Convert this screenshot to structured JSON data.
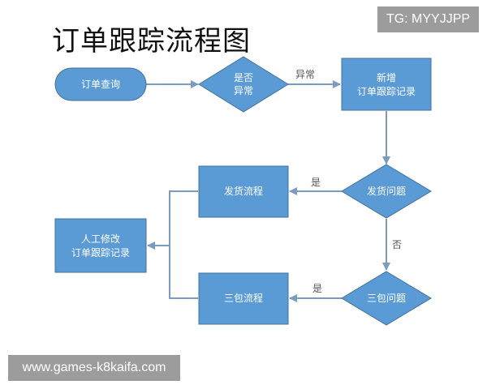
{
  "title": "订单跟踪流程图",
  "badges": {
    "tg": "TG: MYYJJPP",
    "site": "www.games-k8kaifa.com"
  },
  "colors": {
    "node_fill": "#5b9bd5",
    "node_stroke": "#41719c",
    "arrow": "#7a9cbf"
  },
  "nodes": {
    "start": {
      "text": "订单查询"
    },
    "decision_abnormal": {
      "line1": "是否",
      "line2": "异常"
    },
    "new_record": {
      "line1": "新增",
      "line2": "订单跟踪记录"
    },
    "decision_shipping": {
      "text": "发货问题"
    },
    "shipping_process": {
      "text": "发货流程"
    },
    "decision_warranty": {
      "text": "三包问题"
    },
    "warranty_process": {
      "text": "三包流程"
    },
    "manual_edit": {
      "line1": "人工修改",
      "line2": "订单跟踪记录"
    }
  },
  "edges": {
    "abnormal_label": "异常",
    "shipping_yes": "是",
    "shipping_no": "否",
    "warranty_yes": "是"
  }
}
